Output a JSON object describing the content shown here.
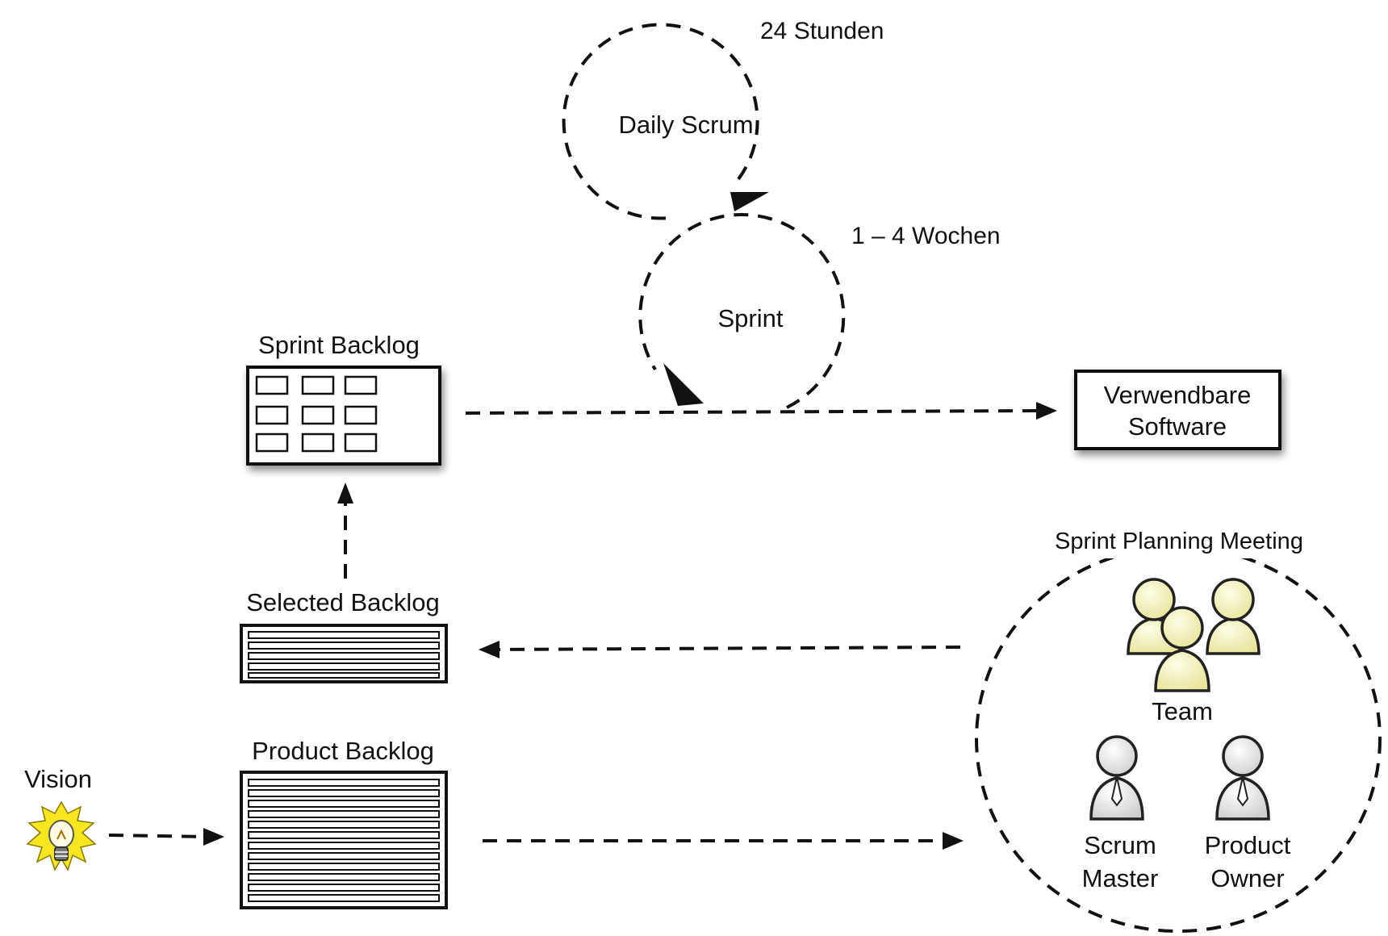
{
  "labels": {
    "daily_scrum_duration": "24 Stunden",
    "daily_scrum": "Daily Scrum",
    "sprint_duration": "1 – 4 Wochen",
    "sprint": "Sprint",
    "sprint_backlog": "Sprint Backlog",
    "software_line1": "Verwendbare",
    "software_line2": "Software",
    "selected_backlog": "Selected Backlog",
    "product_backlog": "Product Backlog",
    "vision": "Vision",
    "planning_meeting": "Sprint Planning Meeting",
    "team": "Team",
    "scrum_master_line1": "Scrum",
    "scrum_master_line2": "Master",
    "product_owner_line1": "Product",
    "product_owner_line2": "Owner"
  },
  "icons": {
    "vision": "lightbulb-icon",
    "team": "team-people-icon",
    "scrum_master": "person-icon",
    "product_owner": "person-icon"
  },
  "colors": {
    "team_fill": "#f3f1c0",
    "person_fill": "#e6e6e6",
    "bulb_burst": "#f6e620"
  }
}
